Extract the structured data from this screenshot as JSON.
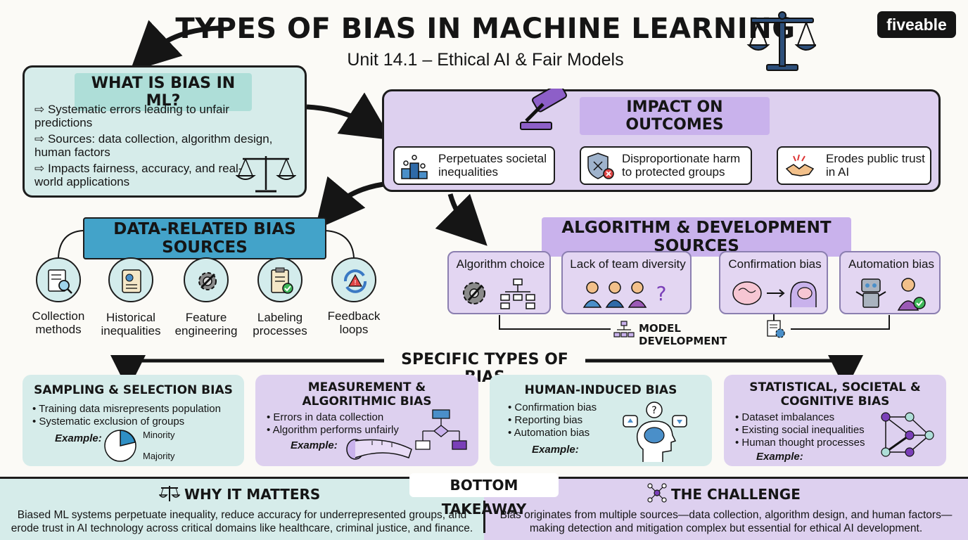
{
  "header": {
    "title": "TYPES OF BIAS IN MACHINE LEARNING",
    "subtitle": "Unit 14.1 – Ethical AI & Fair Models",
    "brand": "fiveable"
  },
  "what_is_bias": {
    "heading": "WHAT IS BIAS IN ML?",
    "bullets": [
      "Systematic errors leading to unfair predictions",
      "Sources: data collection, algorithm design, human factors",
      "Impacts fairness, accuracy, and real-world applications"
    ]
  },
  "impact": {
    "heading": "IMPACT ON OUTCOMES",
    "items": [
      {
        "text": "Perpetuates societal inequalities",
        "icon": "podium-people-icon"
      },
      {
        "text": "Disproportionate harm to protected groups",
        "icon": "shield-x-icon"
      },
      {
        "text": "Erodes public trust in AI",
        "icon": "broken-handshake-icon"
      }
    ]
  },
  "data_sources": {
    "heading": "DATA-RELATED BIAS SOURCES",
    "items": [
      {
        "label": "Collection methods",
        "icon": "magnifier-form-icon"
      },
      {
        "label": "Historical inequalities",
        "icon": "scroll-chart-icon"
      },
      {
        "label": "Feature engineering",
        "icon": "gear-wrench-icon"
      },
      {
        "label": "Labeling processes",
        "icon": "clipboard-check-icon"
      },
      {
        "label": "Feedback loops",
        "icon": "cycle-warning-icon"
      }
    ]
  },
  "algo_sources": {
    "heading": "ALGORITHM & DEVELOPMENT SOURCES",
    "items": [
      {
        "label": "Algorithm choice",
        "icon": "gear-tree-icon"
      },
      {
        "label": "Lack of team diversity",
        "icon": "team-question-icon"
      },
      {
        "label": "Confirmation bias",
        "icon": "brain-arrow-icon"
      },
      {
        "label": "Automation bias",
        "icon": "robot-person-icon"
      }
    ],
    "footer": "MODEL DEVELOPMENT"
  },
  "specific": {
    "heading": "SPECIFIC TYPES OF BIAS",
    "cards": [
      {
        "title": "SAMPLING & SELECTION BIAS",
        "bullets": [
          "Training data misrepresents population",
          "Systematic exclusion of groups"
        ],
        "example": "Example:",
        "pie_labels": [
          "Minority",
          "Majority"
        ]
      },
      {
        "title": "MEASUREMENT & ALGORITHMIC BIAS",
        "bullets": [
          "Errors in data collection",
          "Algorithm performs unfairly"
        ],
        "example": "Example:"
      },
      {
        "title": "HUMAN-INDUCED BIAS",
        "bullets": [
          "Confirmation bias",
          "Reporting bias",
          "Automation bias"
        ],
        "example": "Example:"
      },
      {
        "title": "STATISTICAL, SOCIETAL & COGNITIVE BIAS",
        "bullets": [
          "Dataset imbalances",
          "Existing social inequalities",
          "Human thought processes"
        ],
        "example": "Example:"
      }
    ]
  },
  "bottom": {
    "takeaway": "BOTTOM TAKEAWAY",
    "why_title": "WHY IT MATTERS",
    "why_text": "Biased ML systems perpetuate inequality, reduce accuracy for underrepresented groups, and erode trust in AI technology across critical domains like healthcare, criminal justice, and finance.",
    "challenge_title": "THE CHALLENGE",
    "challenge_text": "Bias originates from multiple sources—data collection, algorithm design, and human factors—making detection and mitigation complex but essential for ethical AI development."
  },
  "colors": {
    "teal": "#d6ecea",
    "lavender": "#ddd0ef",
    "accent_blue": "#43a3c9",
    "ink": "#151515"
  }
}
